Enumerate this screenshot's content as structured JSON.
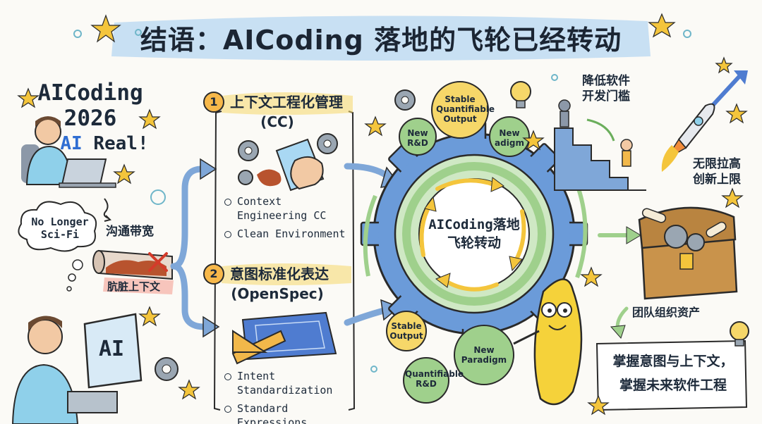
{
  "title": "结语：AICoding 落地的飞轮已经转动",
  "left": {
    "aicoding": "AICoding",
    "year": "2026",
    "ai_real_prefix": "AI",
    "ai_real_suffix": "Real!",
    "no_longer_scifi": "No Longer Sci-Fi",
    "bandwidth": "沟通带宽",
    "dirty_context": "肮脏上下文",
    "monitor_text": "AI"
  },
  "sections": [
    {
      "number": "1",
      "heading_line1": "上下文工程化管理",
      "heading_line2": "(CC)",
      "bullets": [
        "Context Engineering CC",
        "Clean Environment"
      ]
    },
    {
      "number": "2",
      "heading_line1": "意图标准化表达",
      "heading_line2": "(OpenSpec)",
      "bullets": [
        "Intent Standardization",
        "Standard Expressions"
      ]
    }
  ],
  "flywheel": {
    "center_line1": "AICoding落地",
    "center_line2": "飞轮转动",
    "gears": [
      "Stable Quantifiable Output",
      "New R&D",
      "New adigm",
      "Stable Output",
      "New Paradigm",
      "Quantifiable R&D"
    ]
  },
  "right": {
    "lower_barrier": "降低软件\n开发门槛",
    "raise_ceiling": "无限拉高\n创新上限",
    "team_assets": "团队组织资产",
    "conclusion_line1": "掌握意图与上下文，",
    "conclusion_line2": "掌握未来软件工程"
  },
  "colors": {
    "gear_blue": "#6b9bd9",
    "inner_green": "#9fd08c",
    "arrow_blue": "#7fa7d8",
    "highlight_yellow": "#f6d769",
    "star_yellow": "#f4c53c",
    "chest_brown": "#b98440"
  }
}
